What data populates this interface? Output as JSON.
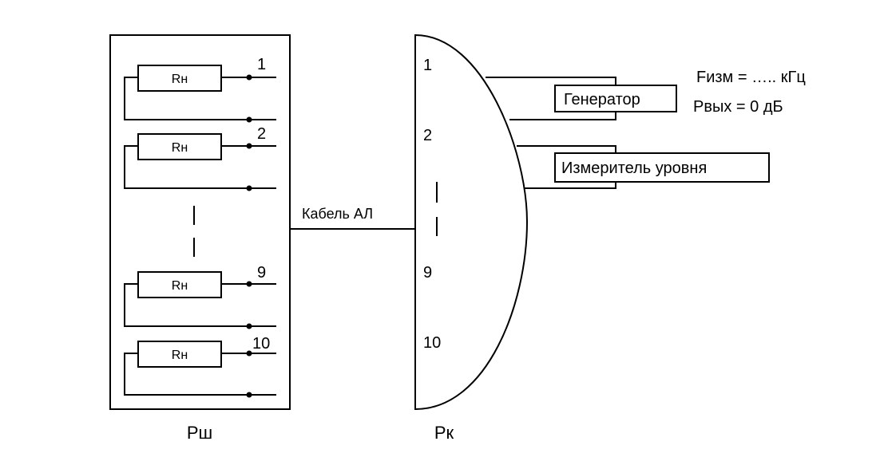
{
  "panel_left": {
    "label": "Рш",
    "resistor_label": "Rн",
    "outputs": [
      {
        "number": "1"
      },
      {
        "number": "2"
      },
      {
        "number": "9"
      },
      {
        "number": "10"
      }
    ]
  },
  "cable_label": "Кабель АЛ",
  "panel_right": {
    "label": "Рк",
    "numbers": [
      "1",
      "2",
      "9",
      "10"
    ]
  },
  "generator": {
    "label": "Генератор",
    "freq_text": "Fизм = ….. кГц",
    "power_text": "Рвых = 0 дБ"
  },
  "level_meter": {
    "label": "Измеритель уровня"
  }
}
